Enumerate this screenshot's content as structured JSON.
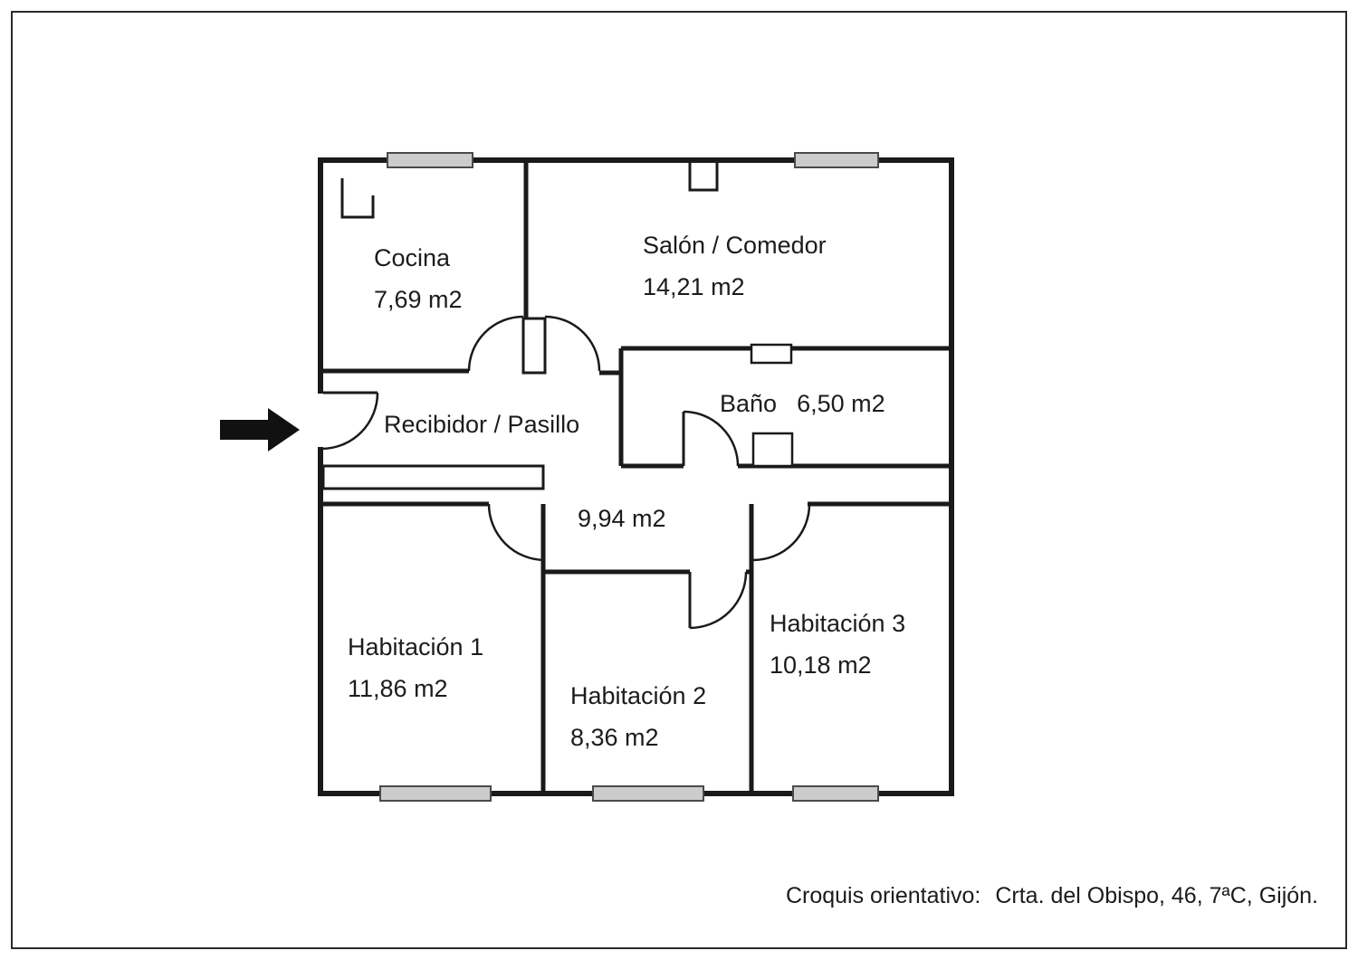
{
  "footer": {
    "label": "Croquis orientativo:",
    "address": "Crta. del Obispo, 46, 7ªC, Gijón."
  },
  "rooms": {
    "cocina": {
      "name": "Cocina",
      "area": "7,69 m2"
    },
    "salon_comedor": {
      "name": "Salón / Comedor",
      "area": "14,21 m2"
    },
    "bano": {
      "name": "Baño",
      "area": "6,50 m2"
    },
    "recibidor_pasillo": {
      "name": "Recibidor / Pasillo",
      "area": "9,94 m2"
    },
    "habitacion_1": {
      "name": "Habitación 1",
      "area": "11,86 m2"
    },
    "habitacion_2": {
      "name": "Habitación 2",
      "area": "8,36 m2"
    },
    "habitacion_3": {
      "name": "Habitación 3",
      "area": "10,18 m2"
    }
  },
  "colors": {
    "wall": "#1a1a1a",
    "window_fill": "#cccccc",
    "text": "#1c1c1c",
    "arrow": "#111111",
    "frame": "#2b2b2b"
  }
}
